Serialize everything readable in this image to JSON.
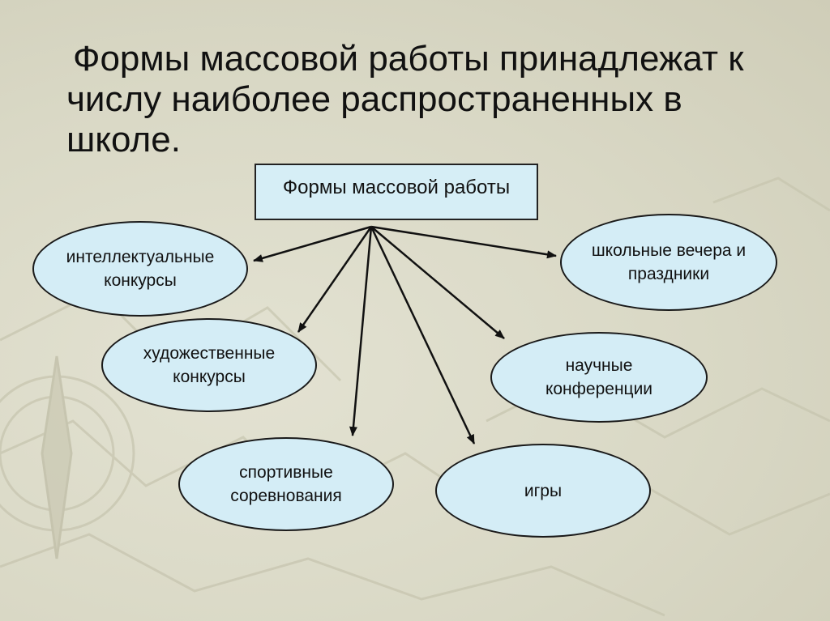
{
  "slide": {
    "title": "Формы массовой работы принадлежат к числу наиболее распространенных в школе."
  },
  "diagram": {
    "root": "Формы массовой работы",
    "nodes": [
      {
        "id": "intellectual",
        "label": "интеллектуальные\nконкурсы"
      },
      {
        "id": "art",
        "label": "художественные\nконкурсы"
      },
      {
        "id": "sport",
        "label": "спортивные\nсоревнования"
      },
      {
        "id": "games",
        "label": "игры"
      },
      {
        "id": "science",
        "label": "научные\nконференции"
      },
      {
        "id": "evenings",
        "label": "школьные вечера и\nпраздники"
      }
    ]
  },
  "colors": {
    "node_fill": "#d4edf6",
    "root_fill": "#d6eef6",
    "stroke": "#1a1a1a"
  }
}
